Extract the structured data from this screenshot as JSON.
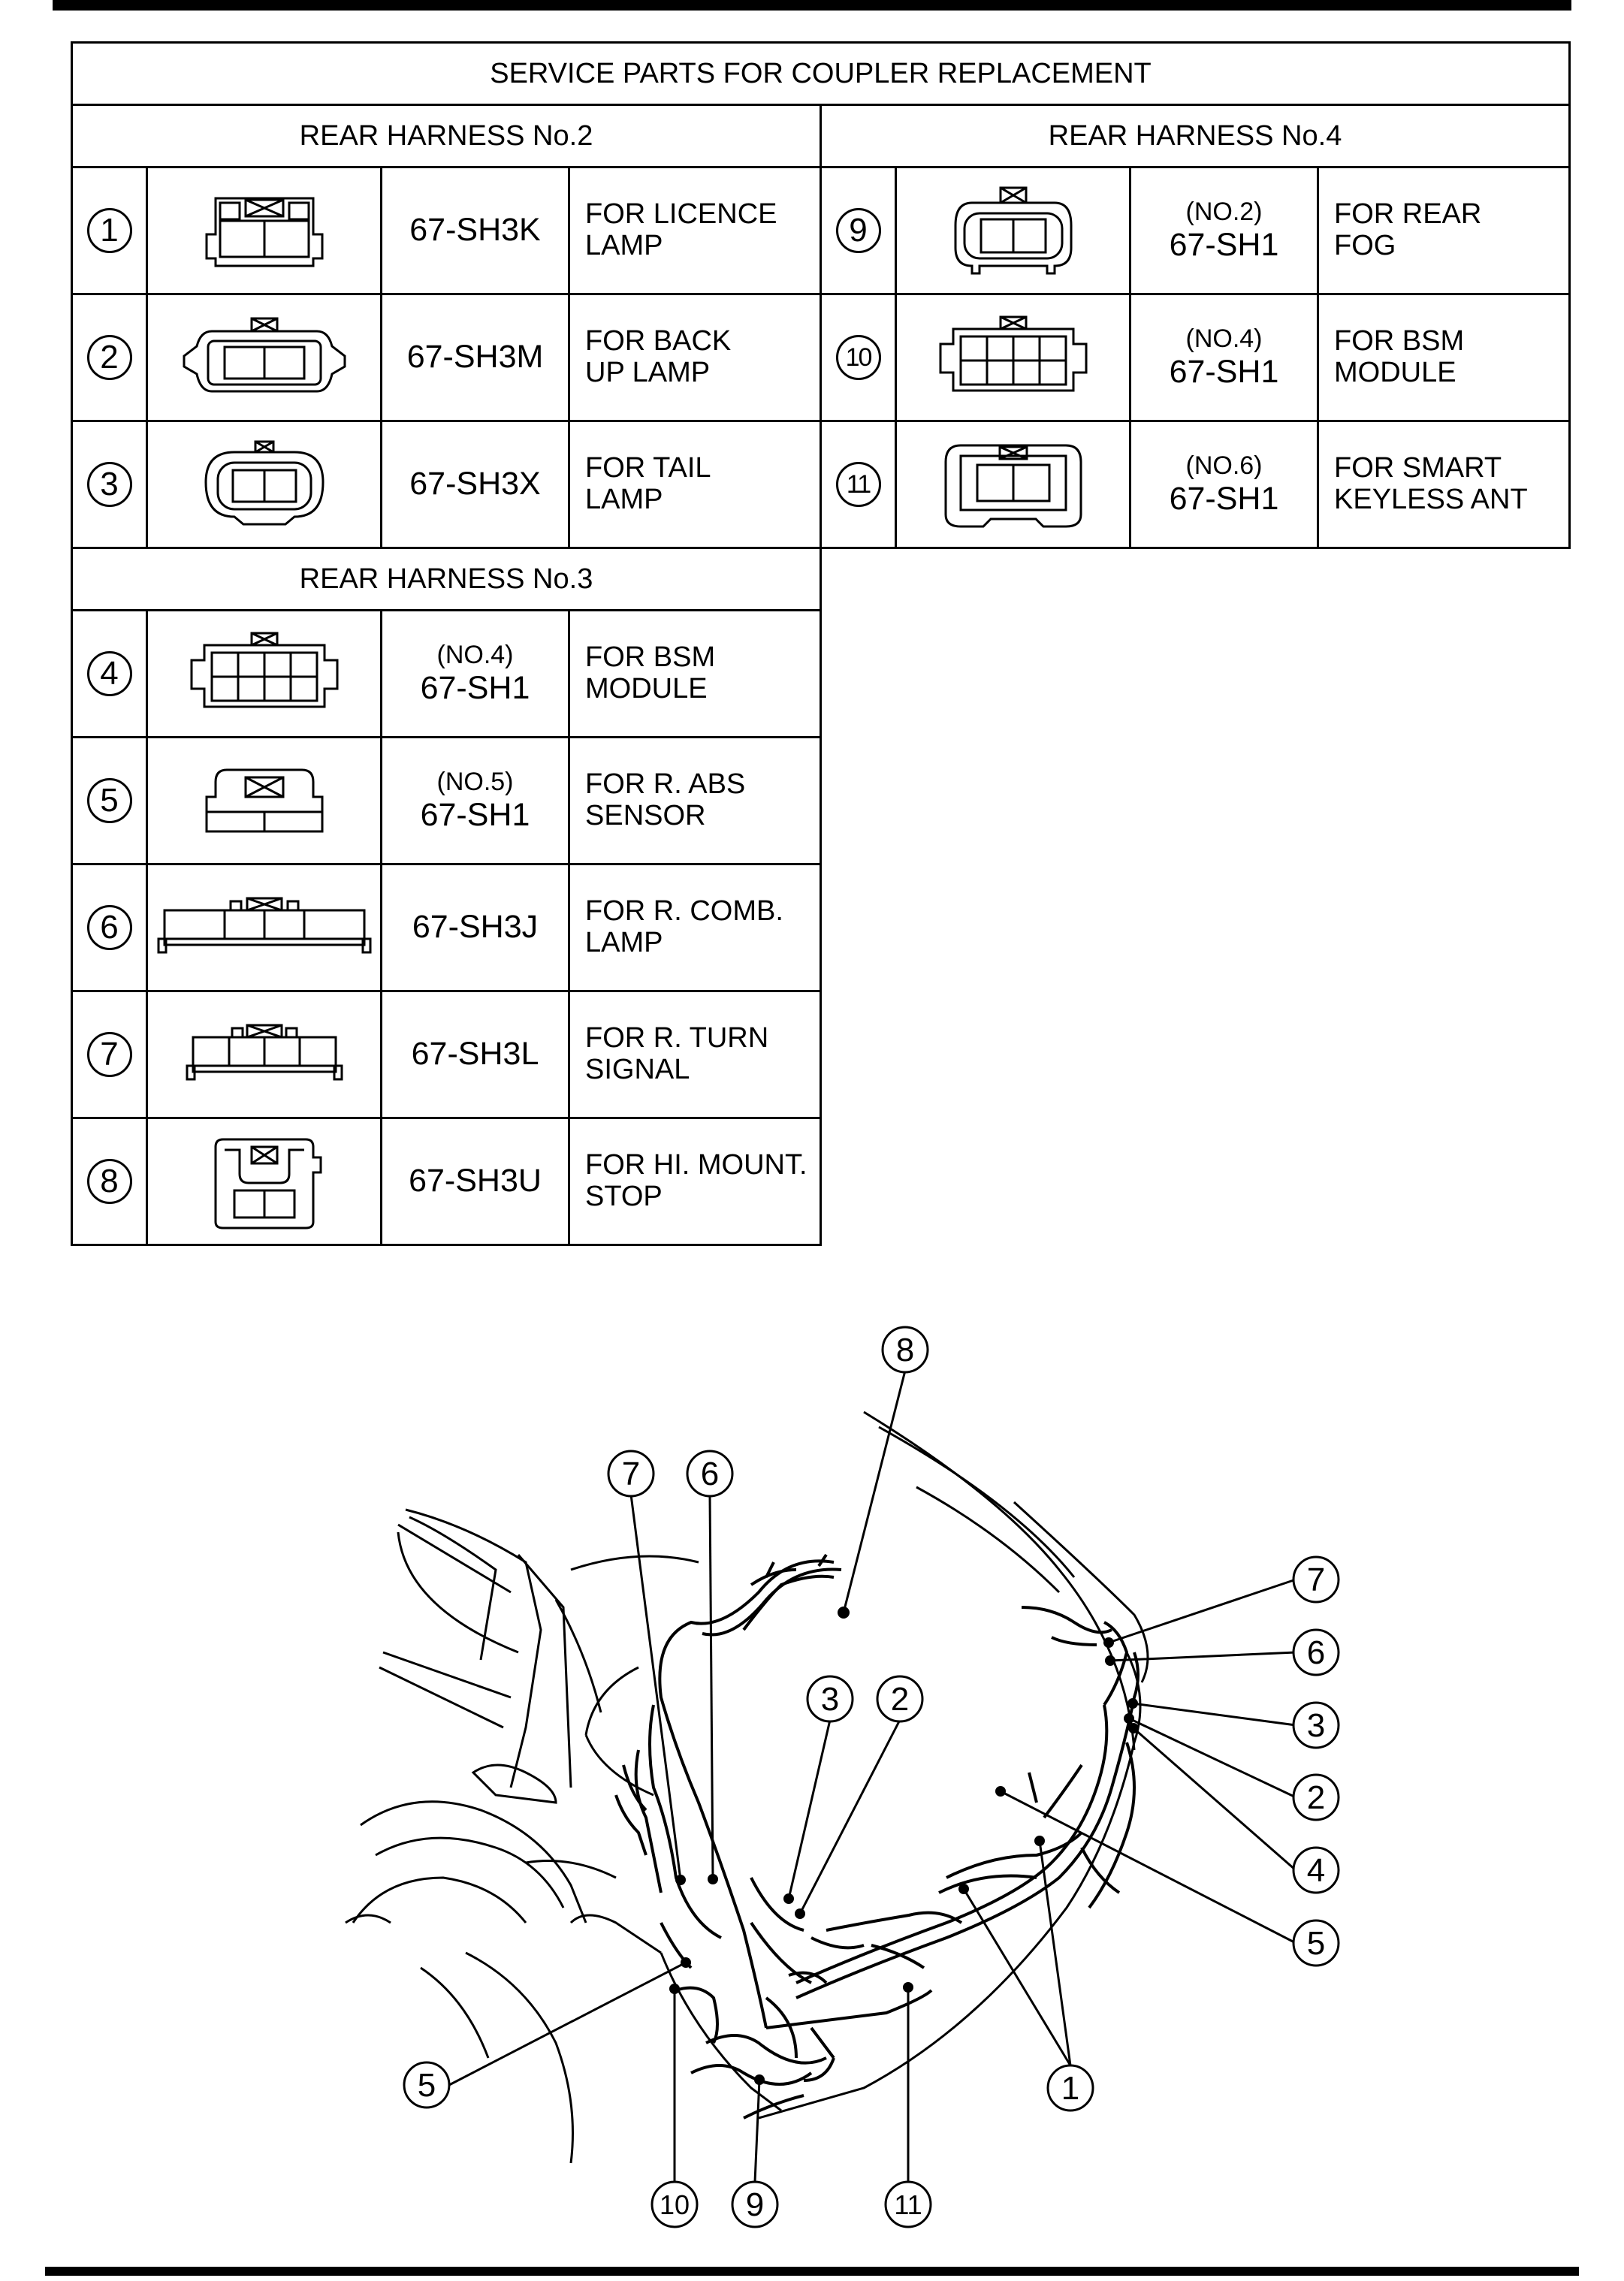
{
  "table": {
    "title": "SERVICE PARTS FOR COUPLER REPLACEMENT",
    "harness2_title": "REAR HARNESS No.2",
    "harness3_title": "REAR HARNESS No.3",
    "harness4_title": "REAR HARNESS No.4",
    "rows": [
      {
        "num": "1",
        "connector_icon": "connector-icon",
        "sub": "",
        "part": "67-SH3K",
        "desc1": "FOR LICENCE",
        "desc2": "LAMP"
      },
      {
        "num": "2",
        "connector_icon": "connector-icon",
        "sub": "",
        "part": "67-SH3M",
        "desc1": "FOR BACK",
        "desc2": "UP LAMP"
      },
      {
        "num": "3",
        "connector_icon": "connector-icon",
        "sub": "",
        "part": "67-SH3X",
        "desc1": "FOR TAIL",
        "desc2": "LAMP"
      },
      {
        "num": "4",
        "connector_icon": "connector-icon",
        "sub": "(NO.4)",
        "part": "67-SH1",
        "desc1": "FOR BSM",
        "desc2": "MODULE"
      },
      {
        "num": "5",
        "connector_icon": "connector-icon",
        "sub": "(NO.5)",
        "part": "67-SH1",
        "desc1": "FOR R. ABS",
        "desc2": "SENSOR"
      },
      {
        "num": "6",
        "connector_icon": "connector-icon",
        "sub": "",
        "part": "67-SH3J",
        "desc1": "FOR R. COMB.",
        "desc2": "LAMP"
      },
      {
        "num": "7",
        "connector_icon": "connector-icon",
        "sub": "",
        "part": "67-SH3L",
        "desc1": "FOR R. TURN",
        "desc2": "SIGNAL"
      },
      {
        "num": "8",
        "connector_icon": "connector-icon",
        "sub": "",
        "part": "67-SH3U",
        "desc1": "FOR HI. MOUNT.",
        "desc2": "STOP"
      },
      {
        "num": "9",
        "connector_icon": "connector-icon",
        "sub": "(NO.2)",
        "part": "67-SH1",
        "desc1": "FOR REAR",
        "desc2": "FOG"
      },
      {
        "num": "10",
        "connector_icon": "connector-icon",
        "sub": "(NO.4)",
        "part": "67-SH1",
        "desc1": "FOR BSM",
        "desc2": "MODULE"
      },
      {
        "num": "11",
        "connector_icon": "connector-icon",
        "sub": "(NO.6)",
        "part": "67-SH1",
        "desc1": "FOR SMART",
        "desc2": "KEYLESS ANT"
      }
    ]
  },
  "diagram": {
    "callouts": [
      "8",
      "7",
      "6",
      "3",
      "2",
      "7",
      "6",
      "3",
      "2",
      "4",
      "5",
      "5",
      "10",
      "9",
      "11",
      "1"
    ]
  }
}
